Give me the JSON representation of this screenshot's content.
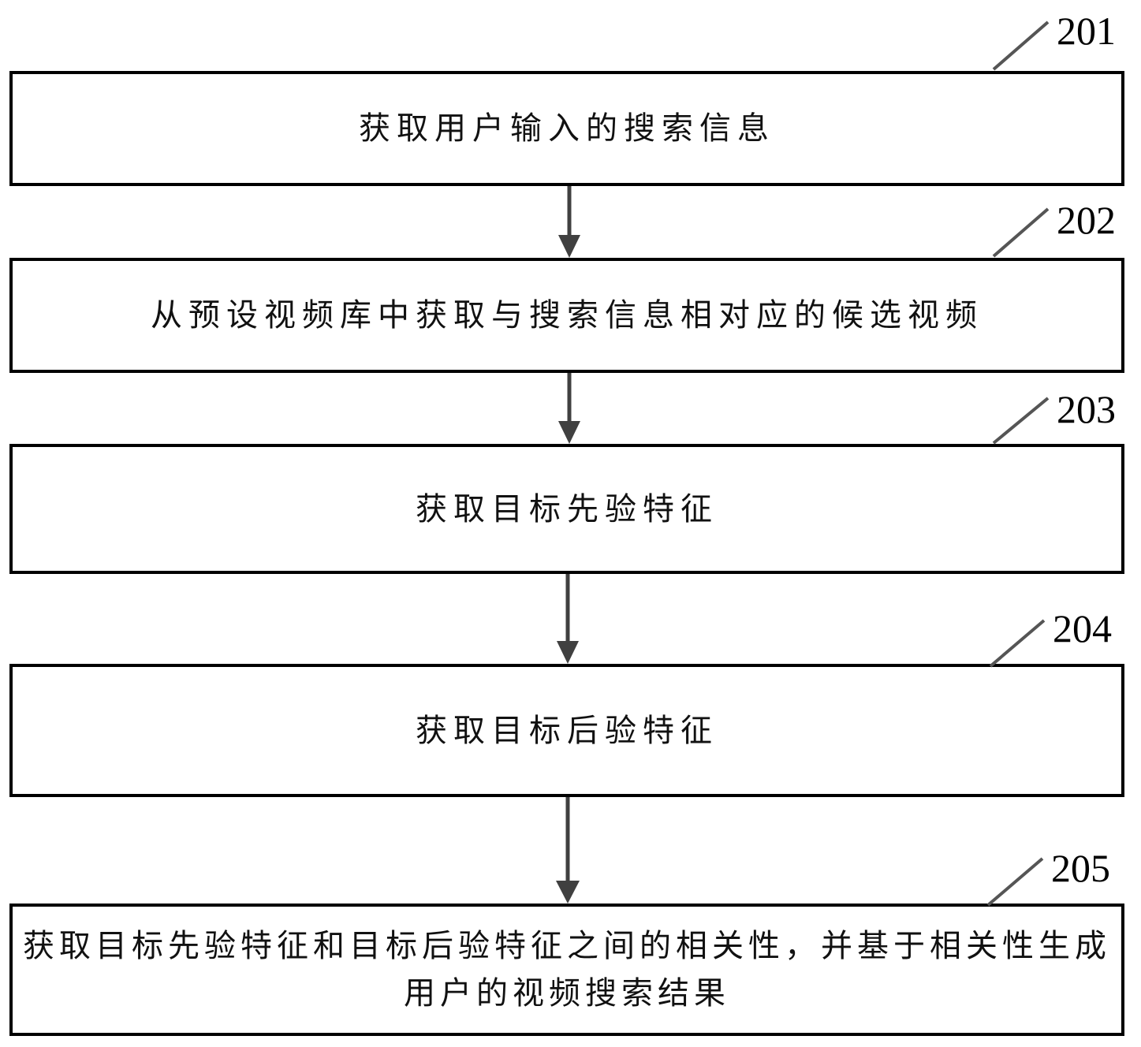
{
  "diagram": {
    "type": "flowchart",
    "direction": "top-to-bottom",
    "colors": {
      "box_border": "#000000",
      "arrow": "#404040",
      "leader_line": "#555555",
      "background": "#ffffff"
    },
    "steps": [
      {
        "ref": "201",
        "text": "获取用户输入的搜索信息"
      },
      {
        "ref": "202",
        "text": "从预设视频库中获取与搜索信息相对应的候选视频"
      },
      {
        "ref": "203",
        "text": "获取目标先验特征"
      },
      {
        "ref": "204",
        "text": "获取目标后验特征"
      },
      {
        "ref": "205",
        "text": "获取目标先验特征和目标后验特征之间的相关性，并基于相关性生成用户的视频搜索结果"
      }
    ],
    "edges": [
      {
        "from": "201",
        "to": "202"
      },
      {
        "from": "202",
        "to": "203"
      },
      {
        "from": "203",
        "to": "204"
      },
      {
        "from": "204",
        "to": "205"
      }
    ]
  }
}
